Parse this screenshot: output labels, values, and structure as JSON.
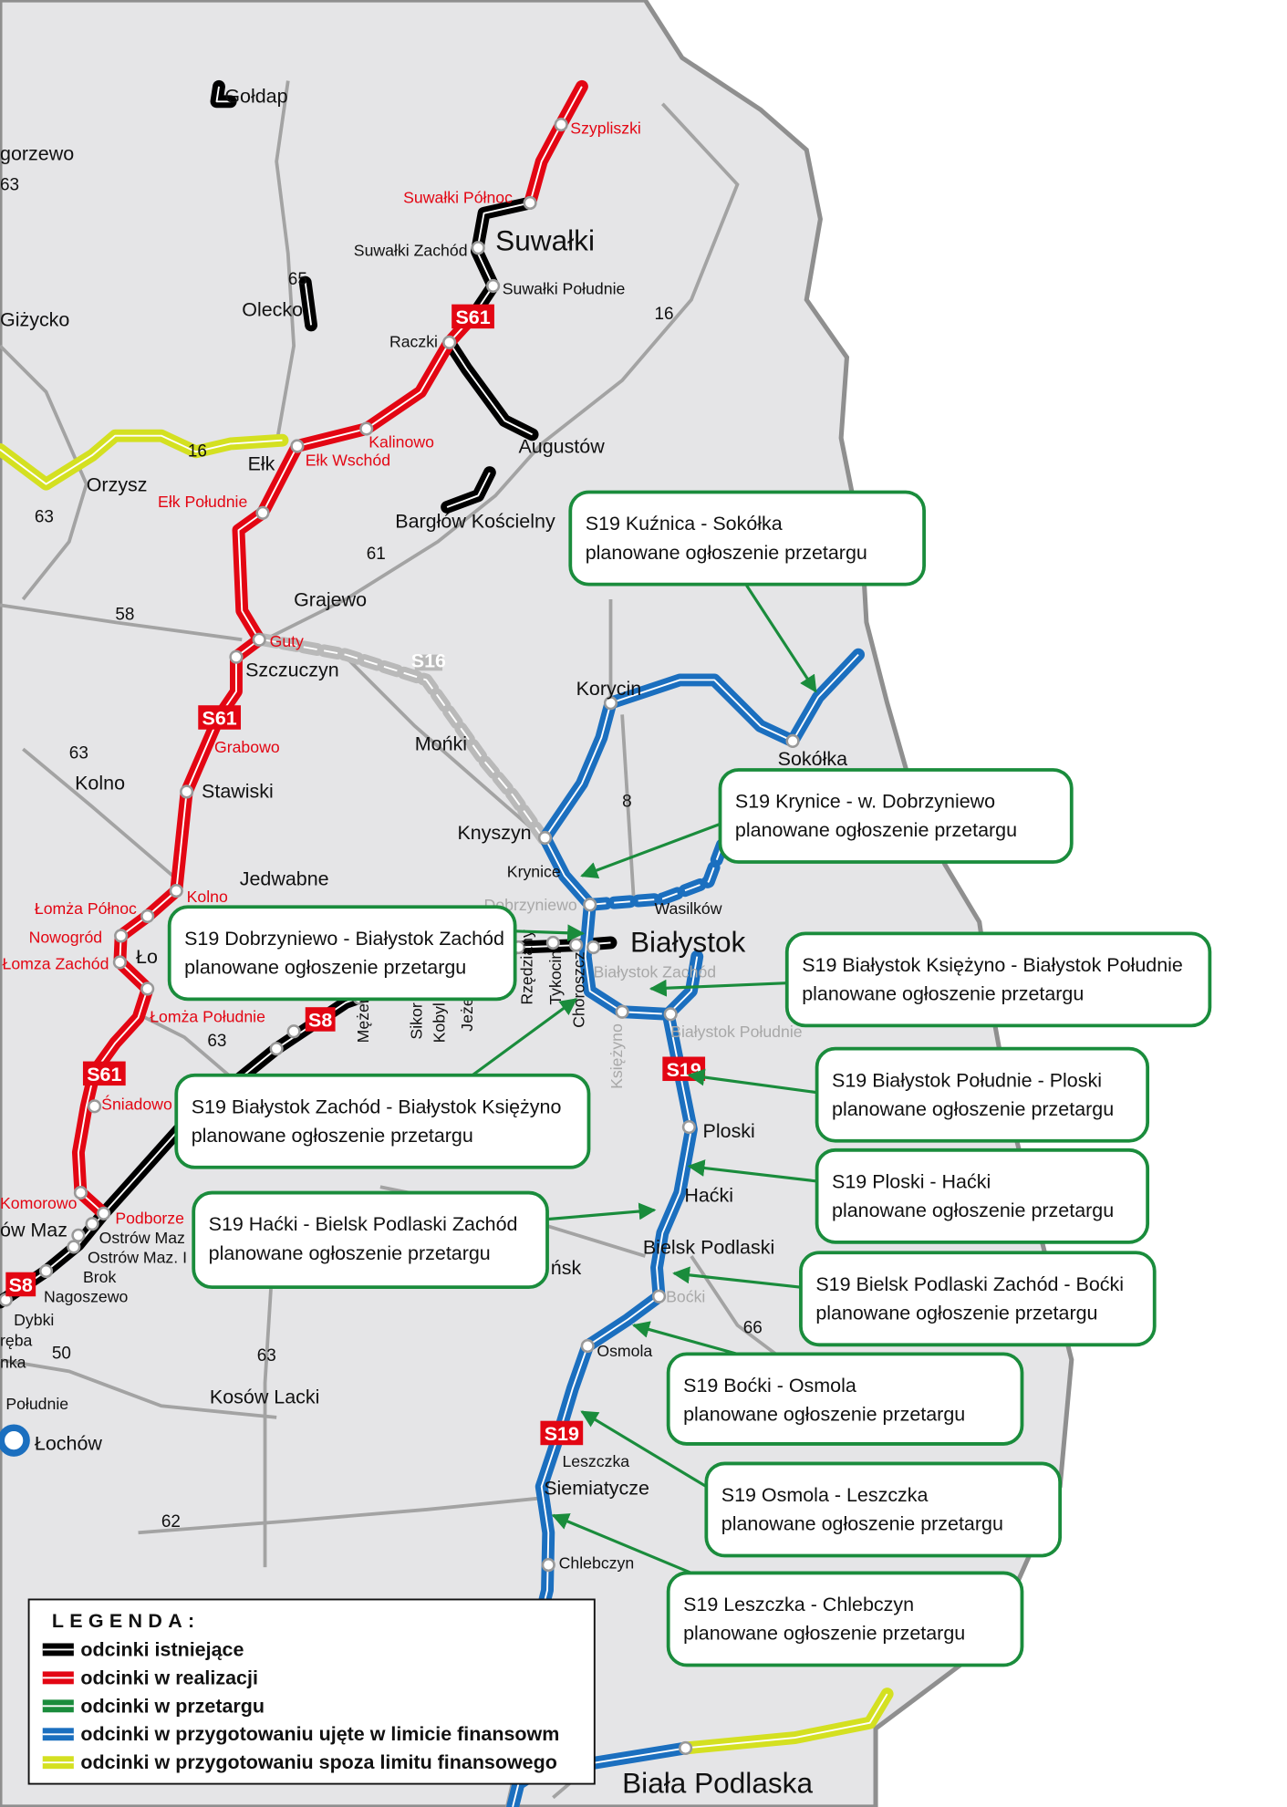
{
  "colors": {
    "existing": "#000000",
    "in_realization": "#e30613",
    "in_tender": "#1a8c3c",
    "in_preparation_funded": "#1b6fbf",
    "in_preparation_unfunded": "#d4e021",
    "callout_border": "#1a8c3c",
    "land": "#e5e5e7"
  },
  "places": [
    "Gołdap",
    "gorzewo",
    "Suwałki",
    "Olecko",
    "Giżycko",
    "Augustów",
    "Orzysz",
    "Ełk",
    "Bargłów Kościelny",
    "Grajewo",
    "Szczuczyn",
    "Korycin",
    "Mońki",
    "Sokółka",
    "Kolno",
    "Stawiski",
    "Knyszyn",
    "Jedwabne",
    "Białystok",
    "Ło",
    "Ploski",
    "Haćki",
    "Bielsk Podlaski",
    "Kosów Lacki",
    "Łochów",
    "Siemiatycze",
    "Biała Podlaska",
    "ów Maz",
    "ńsk"
  ],
  "junctions_black": [
    "Suwałki Zachód",
    "Suwałki Południe",
    "Raczki",
    "Krynice",
    "Wasilków",
    "Brok",
    "Nagoszewo",
    "Dybki",
    "ręba",
    "nka",
    "Południe",
    "Leszczka",
    "Chlebczyn",
    "Osmola",
    "Ostrów Maz",
    "Ostrów Maz. I"
  ],
  "junctions_red": [
    "Szypliszki",
    "Suwałki Północ",
    "Kalinowo",
    "Ełk Wschód",
    "Ełk Południe",
    "Guty",
    "Grabowo",
    "Kolno",
    "Łomża Północ",
    "Nowogród",
    "Łomza Zachód",
    "Łomża Południe",
    "Śniadowo",
    "Komorowo",
    "Podborze"
  ],
  "junctions_gray": [
    "Dobrzyniewo",
    "Białystok Zachód",
    "Białystok Południe",
    "Boćki"
  ],
  "vertical_labels": [
    "Rzędziany",
    "Tykocin",
    "Choroszcz",
    "Księżyno",
    "Mężenin",
    "Sikor",
    "Kobyl",
    "Jeże"
  ],
  "road_numbers": [
    "63",
    "65",
    "16",
    "16",
    "63",
    "61",
    "58",
    "63",
    "8",
    "63",
    "50",
    "63",
    "62",
    "66"
  ],
  "road_badges": [
    "S61",
    "S61",
    "S61",
    "S8",
    "S8",
    "S19",
    "S19",
    "S16"
  ],
  "callouts": [
    {
      "title": "S19 Kuźnica - Sokółka",
      "status": "planowane ogłoszenie przetargu"
    },
    {
      "title": "S19 Krynice - w. Dobrzyniewo",
      "status": "planowane ogłoszenie przetargu"
    },
    {
      "title": "S19 Dobrzyniewo - Białystok Zachód",
      "status": "planowane ogłoszenie przetargu"
    },
    {
      "title": "S19 Białystok Księżyno - Białystok Południe",
      "status": "planowane ogłoszenie przetargu"
    },
    {
      "title": "S19 Białystok Zachód - Białystok Księżyno",
      "status": "planowane ogłoszenie przetargu"
    },
    {
      "title": "S19 Białystok Południe - Ploski",
      "status": "planowane ogłoszenie przetargu"
    },
    {
      "title": "S19 Ploski - Haćki",
      "status": "planowane ogłoszenie przetargu"
    },
    {
      "title": "S19 Haćki - Bielsk Podlaski Zachód",
      "status": "planowane ogłoszenie przetargu"
    },
    {
      "title": "S19 Bielsk Podlaski Zachód - Boćki",
      "status": "planowane ogłoszenie przetargu"
    },
    {
      "title": "S19 Boćki - Osmola",
      "status": "planowane ogłoszenie przetargu"
    },
    {
      "title": "S19 Osmola - Leszczka",
      "status": "planowane ogłoszenie przetargu"
    },
    {
      "title": "S19 Leszczka - Chlebczyn",
      "status": "planowane ogłoszenie przetargu"
    }
  ],
  "legend": {
    "title": "LEGENDA:",
    "items": [
      {
        "label": "odcinki istniejące",
        "color": "#000000"
      },
      {
        "label": "odcinki w realizacji",
        "color": "#e30613"
      },
      {
        "label": "odcinki w przetargu",
        "color": "#1a8c3c"
      },
      {
        "label": "odcinki w przygotowaniu ujęte w limicie finansowm",
        "color": "#1b6fbf"
      },
      {
        "label": "odcinki w przygotowaniu spoza limitu finansowego",
        "color": "#d4e021"
      }
    ]
  }
}
